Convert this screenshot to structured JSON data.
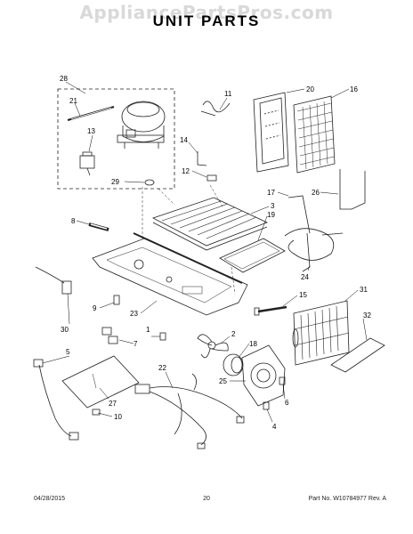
{
  "header": {
    "watermark": "AppliancePartsPros.com",
    "title": "UNIT PARTS"
  },
  "footer": {
    "date": "04/28/2015",
    "page": "20",
    "part_no": "Part No.  W10784977  Rev.  A"
  },
  "callouts": [
    "28",
    "21",
    "11",
    "20",
    "16",
    "13",
    "14",
    "12",
    "29",
    "17",
    "26",
    "3",
    "19",
    "8",
    "24",
    "15",
    "31",
    "9",
    "23",
    "30",
    "32",
    "1",
    "2",
    "7",
    "18",
    "5",
    "22",
    "25",
    "6",
    "27",
    "10",
    "4"
  ]
}
